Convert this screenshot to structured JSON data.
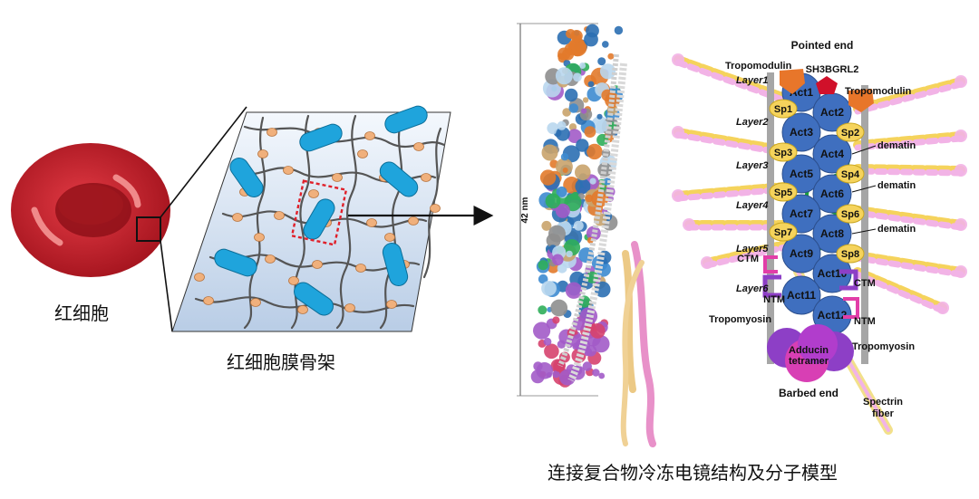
{
  "captions": {
    "rbc": "红细胞",
    "skeleton": "红细胞膜骨架",
    "model": "连接复合物冷冻电镜结构及分子模型"
  },
  "cryo": {
    "scale_label": "42 nm"
  },
  "model": {
    "pointed_end": "Pointed end",
    "barbed_end": "Barbed end",
    "sh3bgrl2": "SH3BGRL2",
    "tropomodulin_left": "Tropomodulin",
    "tropomodulin_right": "Tropomodulin",
    "tropomyosin_left": "Tropomyosin",
    "tropomyosin_right": "Tropomyosin",
    "adducin_line1": "Adducin",
    "adducin_line2": "tetramer",
    "spectrin_line1": "Spectrin",
    "spectrin_line2": "fiber",
    "dematin_1": "dematin",
    "dematin_2": "dematin",
    "dematin_3": "dematin",
    "ctm_left": "CTM",
    "ctm_right": "CTM",
    "ntm_left": "NTM",
    "ntm_right": "NTM",
    "layers": [
      "Layer1",
      "Layer2",
      "Layer3",
      "Layer4",
      "Layer5",
      "Layer6"
    ],
    "actins": [
      "Act1",
      "Act2",
      "Act3",
      "Act4",
      "Act5",
      "Act6",
      "Act7",
      "Act8",
      "Act9",
      "Act10",
      "Act11",
      "Act12"
    ],
    "spectrins": [
      "Sp1",
      "Sp2",
      "Sp3",
      "Sp4",
      "Sp5",
      "Sp6",
      "Sp7",
      "Sp8"
    ]
  },
  "colors": {
    "rbc": "#c8202c",
    "actin": "#3f6fbf",
    "spectrin_node": "#f5d35c",
    "spectrin_fiber": "#f2b3e6",
    "tropomyosin_rod": "#a6a6a6",
    "dematin": "#1aa33a",
    "tropomodulin": "#e8762a",
    "sh3bgrl2": "#d0102a",
    "adducin": "#8d3fc6"
  }
}
